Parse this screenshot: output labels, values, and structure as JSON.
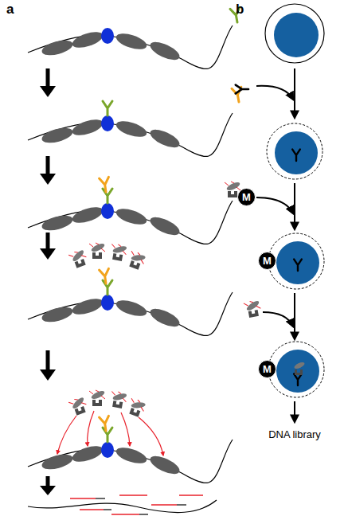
{
  "diagram": {
    "nodes": [
      {
        "text": [
          "M"
        ]
      },
      {
        "text": [
          "M"
        ]
      },
      {
        "text": [
          "M"
        ]
      }
    ],
    "labels": [
      "a",
      "b",
      "DNA library"
    ]
  }
}
